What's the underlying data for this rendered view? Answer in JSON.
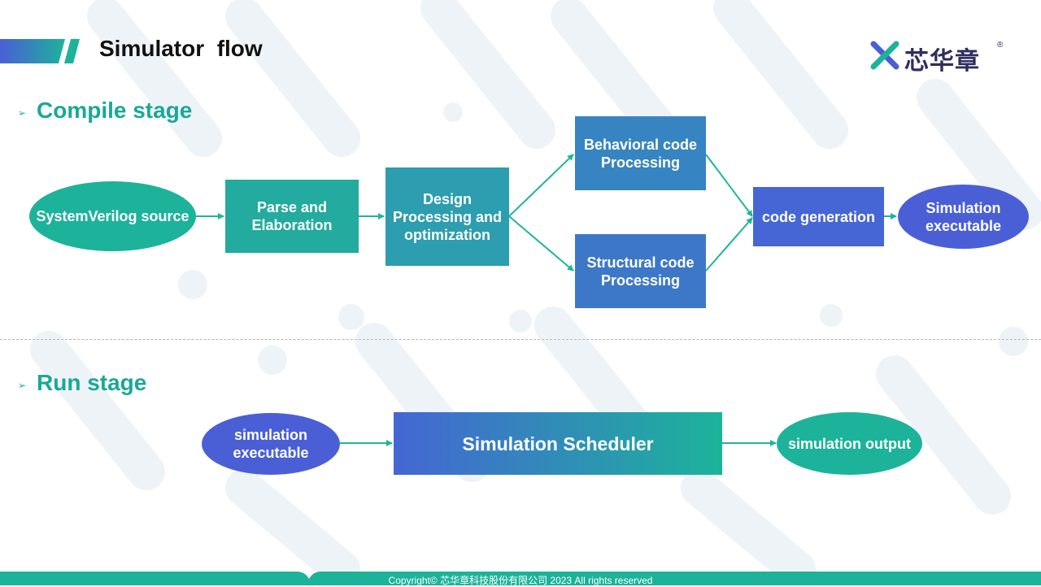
{
  "slide": {
    "title": "Simulator  flow"
  },
  "logo": {
    "text": "芯华章",
    "reg_mark": "®",
    "icon": "x-mark-icon"
  },
  "sections": {
    "compile": {
      "bullet": "➢",
      "label": "Compile stage"
    },
    "run": {
      "bullet": "➢",
      "label": "Run stage"
    }
  },
  "compile_flow": {
    "source": "SystemVerilog source",
    "parse": "Parse and Elaboration",
    "design": "Design Processing and optimization",
    "behavioral": "Behavioral code Processing",
    "structural": "Structural code Processing",
    "codegen": "code generation",
    "executable": "Simulation executable"
  },
  "run_flow": {
    "input": "simulation executable",
    "scheduler": "Simulation Scheduler",
    "output": "simulation output"
  },
  "footer": {
    "copyright": "Copyright© 芯华章科技股份有限公司 2023 All rights reserved"
  },
  "colors": {
    "teal": "#1cb39a",
    "blue": "#4a5fd6",
    "title_green": "#1aa898",
    "arrow": "#1fb59b"
  }
}
